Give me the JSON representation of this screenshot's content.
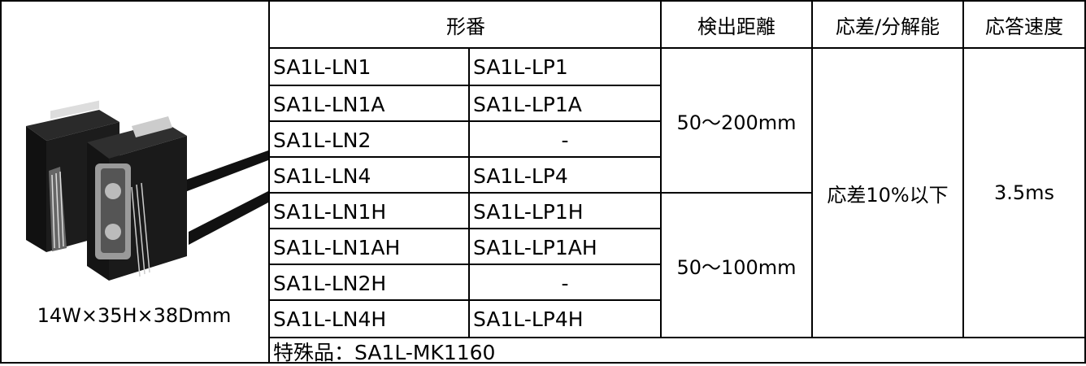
{
  "product": {
    "image_alt": "photoelectric sensor pair",
    "dimensions": "14W×35H×38Dmm"
  },
  "headers": {
    "model": "形番",
    "distance": "検出距離",
    "hysteresis": "応差/分解能",
    "response": "応答速度"
  },
  "rows": [
    {
      "npn": "SA1L-LN1",
      "pnp": "SA1L-LP1"
    },
    {
      "npn": "SA1L-LN1A",
      "pnp": "SA1L-LP1A"
    },
    {
      "npn": "SA1L-LN2",
      "pnp": "-"
    },
    {
      "npn": "SA1L-LN4",
      "pnp": "SA1L-LP4"
    },
    {
      "npn": "SA1L-LN1H",
      "pnp": "SA1L-LP1H"
    },
    {
      "npn": "SA1L-LN1AH",
      "pnp": "SA1L-LP1AH"
    },
    {
      "npn": "SA1L-LN2H",
      "pnp": "-"
    },
    {
      "npn": "SA1L-LN4H",
      "pnp": "SA1L-LP4H"
    }
  ],
  "distances": [
    "50～200mm",
    "50～100mm"
  ],
  "hysteresis_value": "応差10%以下",
  "response_value": "3.5ms",
  "special": "特殊品：SA1L-MK1160"
}
